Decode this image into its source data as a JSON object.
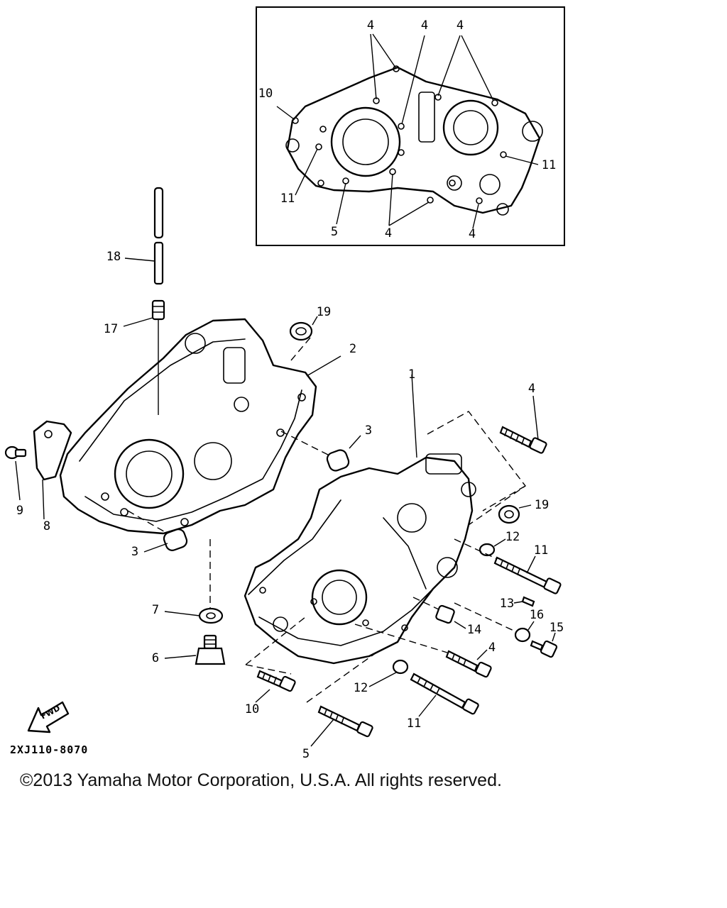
{
  "diagram": {
    "callouts": {
      "inset_4a": "4",
      "inset_4b": "4",
      "inset_4c": "4",
      "inset_4d": "4",
      "inset_4e": "4",
      "inset_10": "10",
      "inset_11a": "11",
      "inset_11b": "11",
      "inset_5": "5",
      "p1": "1",
      "p2": "2",
      "p3a": "3",
      "p3b": "3",
      "p4a": "4",
      "p4b": "4",
      "p5": "5",
      "p6": "6",
      "p7": "7",
      "p8": "8",
      "p9": "9",
      "p10": "10",
      "p11a": "11",
      "p11b": "11",
      "p12a": "12",
      "p12b": "12",
      "p13": "13",
      "p14": "14",
      "p15": "15",
      "p16": "16",
      "p17": "17",
      "p18": "18",
      "p19a": "19",
      "p19b": "19"
    },
    "fwd_label": "FWD",
    "diagram_code": "2XJ110-8070"
  },
  "footer": {
    "copyright": "©2013 Yamaha Motor Corporation, U.S.A. All rights reserved."
  }
}
